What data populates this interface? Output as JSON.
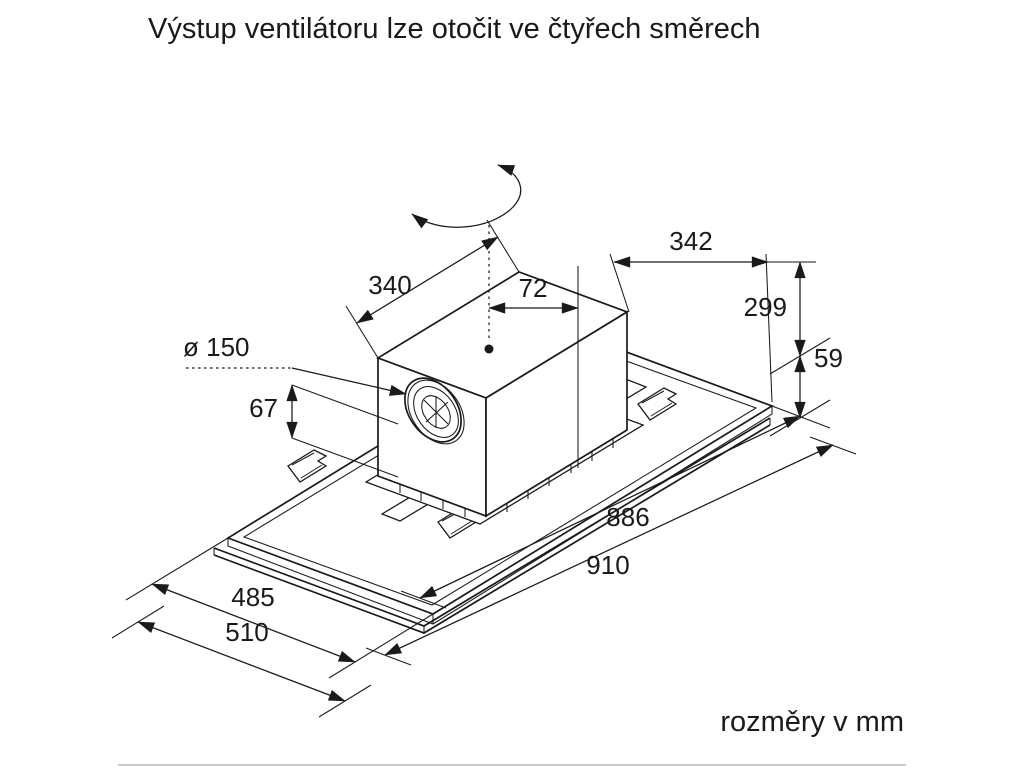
{
  "title": "Výstup ventilátoru lze otočit ve čtyřech směrech",
  "footer_note": "rozměry v mm",
  "dimensions": {
    "duct_to_edge": "342",
    "motor_box_width": "340",
    "duct_offset": "72",
    "total_height": "299",
    "body_height": "59",
    "outlet_diameter": "ø 150",
    "outlet_height": "67",
    "body_length": "886",
    "panel_length": "910",
    "body_depth": "485",
    "panel_depth": "510"
  }
}
